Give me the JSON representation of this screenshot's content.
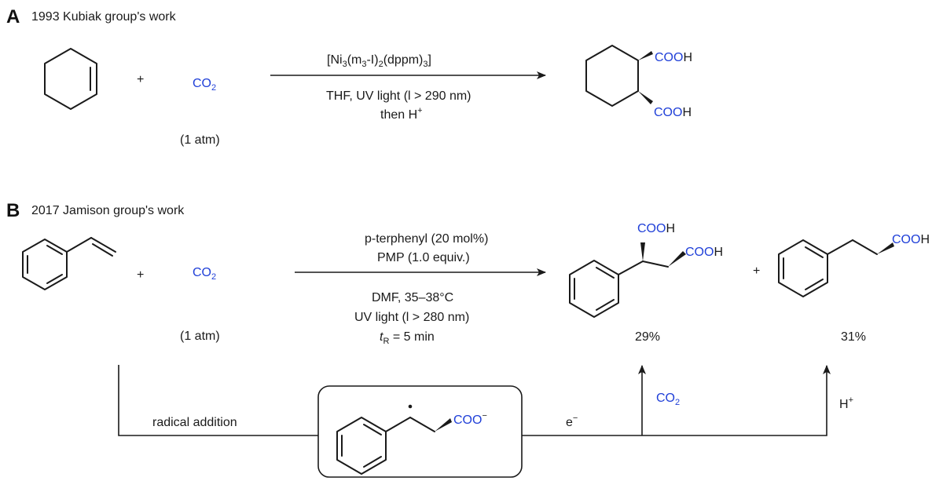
{
  "colors": {
    "accent_blue": "#1f3fd8",
    "ink": "#1a1a1a"
  },
  "panel_a": {
    "letter": "A",
    "heading": "1993 Kubiak group's work",
    "plus": "+",
    "co2": {
      "base": "CO",
      "sub": "2"
    },
    "co2_note": "(1 atm)",
    "catalyst": {
      "p1": "[Ni",
      "s1": "3",
      "p2": "(m",
      "s2": "3",
      "p3": "-I)",
      "s3": "2",
      "p4": "(dppm)",
      "s4": "3",
      "p5": "]"
    },
    "cond_line1": "THF, UV light (l > 290 nm)",
    "cond_line2": {
      "base": "then H",
      "sup": "+"
    },
    "product_groups": [
      {
        "blue": "COO",
        "black": "H"
      },
      {
        "blue": "COO",
        "black": "H"
      }
    ]
  },
  "panel_b": {
    "letter": "B",
    "heading": "2017 Jamison group's work",
    "plus1": "+",
    "plus2": "+",
    "co2": {
      "base": "CO",
      "sub": "2"
    },
    "co2_note": "(1 atm)",
    "above_arrow": [
      "p-terphenyl (20 mol%)",
      "PMP (1.0 equiv.)"
    ],
    "below_arrow": [
      "DMF, 35–38°C",
      "UV light (l > 280 nm)"
    ],
    "residence": {
      "t": "t",
      "sub": "R",
      "rest": " = 5 min"
    },
    "product1_groups": [
      {
        "blue": "COO",
        "black": "H"
      },
      {
        "blue": "COO",
        "black": "H"
      }
    ],
    "product2_group": {
      "blue": "COO",
      "black": "H"
    },
    "yield1": "29%",
    "yield2": "31%",
    "radical_addition": "radical addition",
    "intermediate_group": {
      "blue": "COO",
      "sup": "−"
    },
    "electron": {
      "base": "e",
      "sup": "−"
    },
    "co2_path": {
      "base": "CO",
      "sub": "2"
    },
    "proton": {
      "base": "H",
      "sup": "+"
    }
  }
}
